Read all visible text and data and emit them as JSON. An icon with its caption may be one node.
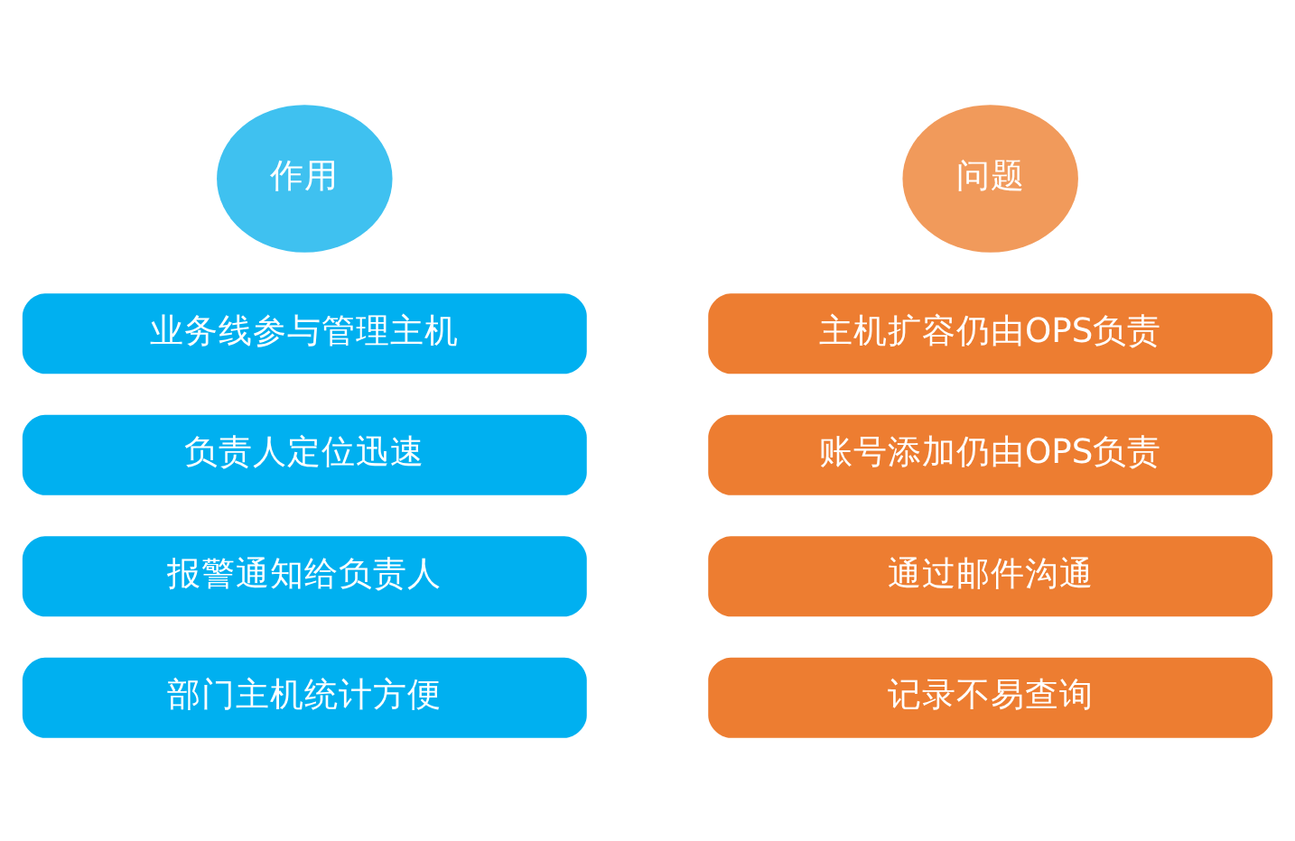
{
  "diagram": {
    "nodes": [
      {
        "text": [
          "作用"
        ]
      },
      {
        "text": [
          "业务线参与管理主机"
        ]
      },
      {
        "text": [
          "负责人定位迅速"
        ]
      },
      {
        "text": [
          "报警通知给负责人"
        ]
      },
      {
        "text": [
          "部门主机统计方便"
        ]
      },
      {
        "text": [
          "问题"
        ]
      },
      {
        "text": [
          "主机扩容仍由OPS负责"
        ]
      },
      {
        "text": [
          "账号添加仍由OPS负责"
        ]
      },
      {
        "text": [
          "通过邮件沟通"
        ]
      },
      {
        "text": [
          "记录不易查询"
        ]
      }
    ]
  }
}
